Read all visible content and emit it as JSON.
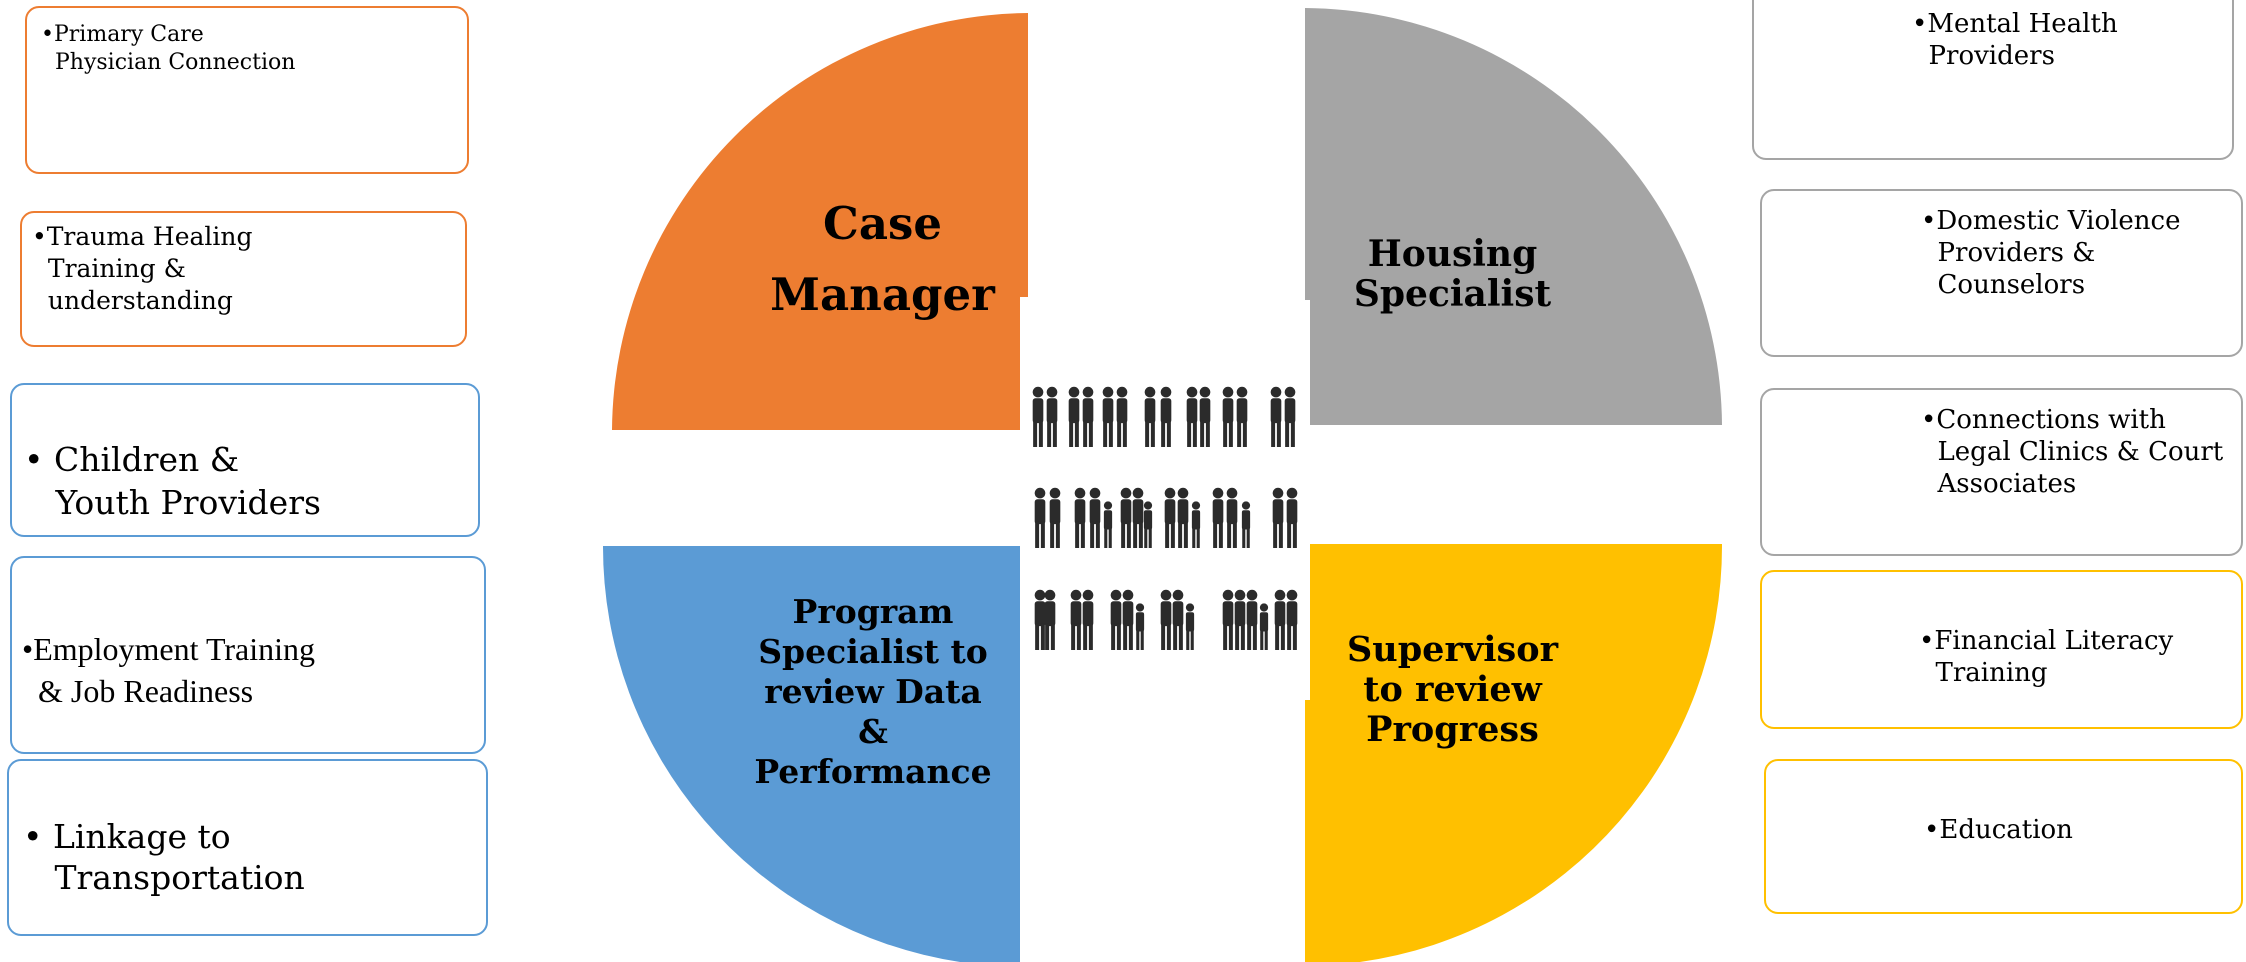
{
  "colors": {
    "case_manager": "#ED7D31",
    "housing_specialist": "#A5A5A5",
    "program_specialist": "#5B9BD5",
    "supervisor": "#FFC000",
    "people": "#2b2b2b"
  },
  "center": {
    "icon": "people-group-icon"
  },
  "quadrants": {
    "case_manager": "Case\nManager",
    "housing_specialist": "Housing\nSpecialist",
    "program_specialist": "Program\nSpecialist to\nreview Data\n&\nPerformance",
    "supervisor": "Supervisor\nto review\nProgress"
  },
  "left_boxes": [
    {
      "text": "•Primary Care\n  Physician Connection"
    },
    {
      "text": "•Trauma Healing\n  Training &\n  understanding"
    },
    {
      "text": "• Children &\n   Youth Providers"
    },
    {
      "text": "•Employment Training\n  & Job Readiness"
    },
    {
      "text": "• Linkage to\n   Transportation"
    }
  ],
  "right_boxes": [
    {
      "text": "•Mental Health\n  Providers"
    },
    {
      "text": "•Domestic Violence\n  Providers &\n  Counselors"
    },
    {
      "text": "•Connections with\n  Legal Clinics & Court\n  Associates"
    },
    {
      "text": "•Financial Literacy\n  Training"
    },
    {
      "text": "•Education"
    }
  ]
}
